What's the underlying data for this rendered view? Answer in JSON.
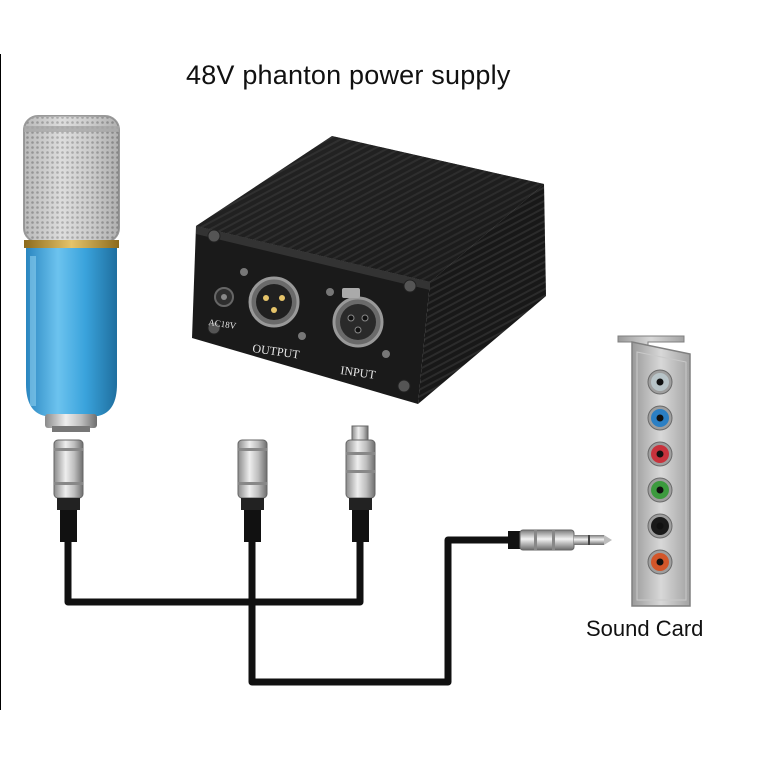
{
  "title": "48V phanton power supply",
  "box": {
    "output_label": "OUTPUT",
    "input_label": "INPUT",
    "power_label": "AC18V"
  },
  "soundcard": {
    "label": "Sound Card",
    "jack_colors": [
      "#b8c4c8",
      "#2b7fc4",
      "#c8323c",
      "#3c9a3e",
      "#1a1a1a",
      "#d2562a"
    ]
  },
  "colors": {
    "mic_body": "#3aa3dc",
    "mic_grille": "#c9c9c9",
    "cable": "#111111",
    "box_body": "#1c1c1c",
    "pci_bracket": "#b8b8b8"
  }
}
